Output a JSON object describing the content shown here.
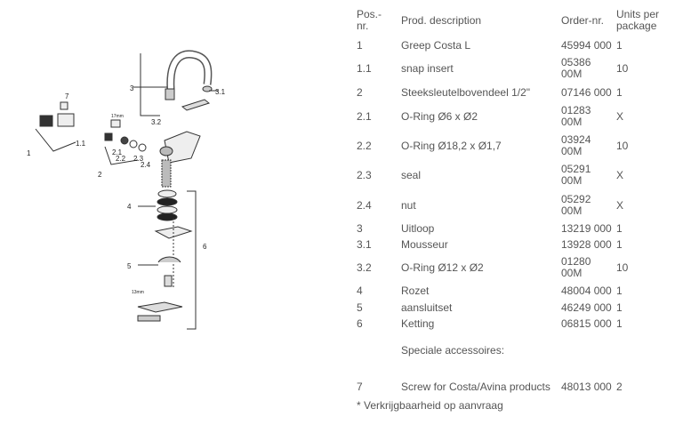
{
  "diagram": {
    "labels": [
      "7",
      "1",
      "1.1",
      "2",
      "2.1",
      "2.2",
      "2.3",
      "2.4",
      "3",
      "3.1",
      "3.2",
      "4",
      "5",
      "6",
      "17mm",
      "13mm"
    ]
  },
  "table": {
    "headers": {
      "pos": "Pos.-nr.",
      "desc": "Prod. description",
      "order": "Order-nr.",
      "units": "Units per package"
    },
    "rows": [
      {
        "pos": "1",
        "desc": "Greep Costa L",
        "order": "45994 000",
        "units": "1"
      },
      {
        "pos": "1.1",
        "desc": "snap insert",
        "order": "05386 00M",
        "units": "10"
      },
      {
        "pos": "2",
        "desc": "Steeksleutelbovendeel 1/2\"",
        "order": "07146 000",
        "units": "1"
      },
      {
        "pos": "2.1",
        "desc": "O-Ring Ø6 x Ø2",
        "order": "01283 00M",
        "units": "X"
      },
      {
        "pos": "2.2",
        "desc": "O-Ring Ø18,2 x Ø1,7",
        "order": "03924 00M",
        "units": "10"
      },
      {
        "pos": "2.3",
        "desc": "seal",
        "order": "05291 00M",
        "units": "X"
      },
      {
        "pos": "2.4",
        "desc": "nut",
        "order": "05292 00M",
        "units": "X"
      },
      {
        "pos": "3",
        "desc": "Uitloop",
        "order": "13219 000",
        "units": "1"
      },
      {
        "pos": "3.1",
        "desc": "Mousseur",
        "order": "13928 000",
        "units": "1"
      },
      {
        "pos": "3.2",
        "desc": "O-Ring Ø12 x Ø2",
        "order": "01280 00M",
        "units": "10"
      },
      {
        "pos": "4",
        "desc": "Rozet",
        "order": "48004 000",
        "units": "1"
      },
      {
        "pos": "5",
        "desc": "aansluitset",
        "order": "46249 000",
        "units": "1"
      },
      {
        "pos": "6",
        "desc": "Ketting",
        "order": "06815 000",
        "units": "1"
      }
    ],
    "section_label": "Speciale accessoires:",
    "accessories": [
      {
        "pos": "7",
        "desc": "Screw for Costa/Avina products",
        "order": "48013 000",
        "units": "2"
      }
    ]
  },
  "footnote": "* Verkrijgbaarheid op aanvraag"
}
